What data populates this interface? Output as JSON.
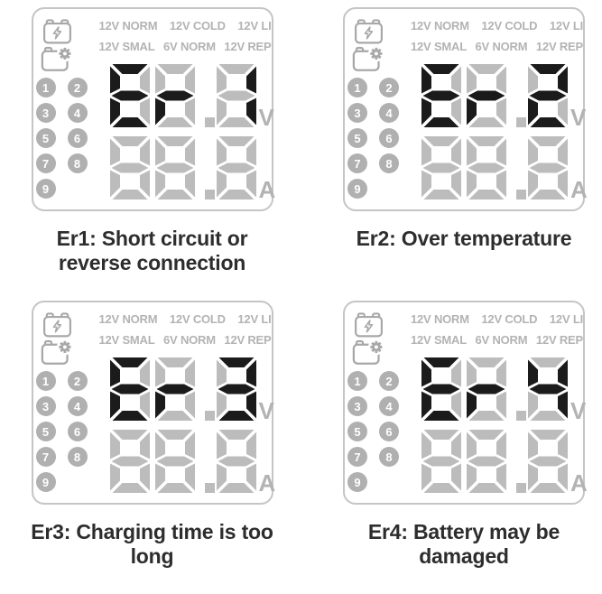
{
  "colors": {
    "segment_lit": "#1b1b1b",
    "segment_unlit": "#bcbcbc",
    "mode_label": "#b3b3b3",
    "slot_circle": "#b0b0b0",
    "icon_gray": "#a8a8a8",
    "panel_border": "#c5c5c5",
    "caption_text": "#2d2d2d",
    "background": "#ffffff"
  },
  "panels": [
    {
      "error_code": "Er1",
      "mode_labels_row1": [
        "12V NORM",
        "12V COLD",
        "12V LI"
      ],
      "mode_labels_row2": [
        "12V SMAL",
        "6V NORM",
        "12V REP"
      ],
      "slots": [
        "1",
        "2",
        "3",
        "4",
        "5",
        "6",
        "7",
        "8",
        "9"
      ],
      "displays": {
        "volt": {
          "value": "Er1",
          "chars": [
            "E",
            "r",
            "1"
          ],
          "unit": "V"
        },
        "amp": {
          "value": "",
          "ghost_pattern": "88.8",
          "chars": [
            "",
            "",
            ""
          ],
          "unit": "A"
        }
      },
      "caption_lines": [
        "Er1: Short circuit or",
        "reverse connection"
      ]
    },
    {
      "error_code": "Er2",
      "mode_labels_row1": [
        "12V NORM",
        "12V COLD",
        "12V LI"
      ],
      "mode_labels_row2": [
        "12V SMAL",
        "6V NORM",
        "12V REP"
      ],
      "slots": [
        "1",
        "2",
        "3",
        "4",
        "5",
        "6",
        "7",
        "8",
        "9"
      ],
      "displays": {
        "volt": {
          "value": "Er2",
          "chars": [
            "E",
            "r",
            "2"
          ],
          "unit": "V"
        },
        "amp": {
          "value": "",
          "ghost_pattern": "88.8",
          "chars": [
            "",
            "",
            ""
          ],
          "unit": "A"
        }
      },
      "caption_lines": [
        "Er2: Over temperature",
        ""
      ]
    },
    {
      "error_code": "Er3",
      "mode_labels_row1": [
        "12V NORM",
        "12V COLD",
        "12V LI"
      ],
      "mode_labels_row2": [
        "12V SMAL",
        "6V NORM",
        "12V REP"
      ],
      "slots": [
        "1",
        "2",
        "3",
        "4",
        "5",
        "6",
        "7",
        "8",
        "9"
      ],
      "displays": {
        "volt": {
          "value": "Er3",
          "chars": [
            "E",
            "r",
            "3"
          ],
          "unit": "V"
        },
        "amp": {
          "value": "",
          "ghost_pattern": "88.8",
          "chars": [
            "",
            "",
            ""
          ],
          "unit": "A"
        }
      },
      "caption_lines": [
        "Er3: Charging time is too",
        "long"
      ]
    },
    {
      "error_code": "Er4",
      "mode_labels_row1": [
        "12V NORM",
        "12V COLD",
        "12V LI"
      ],
      "mode_labels_row2": [
        "12V SMAL",
        "6V NORM",
        "12V REP"
      ],
      "slots": [
        "1",
        "2",
        "3",
        "4",
        "5",
        "6",
        "7",
        "8",
        "9"
      ],
      "displays": {
        "volt": {
          "value": "Er4",
          "chars": [
            "E",
            "r",
            "4"
          ],
          "unit": "V"
        },
        "amp": {
          "value": "",
          "ghost_pattern": "88.8",
          "chars": [
            "",
            "",
            ""
          ],
          "unit": "A"
        }
      },
      "caption_lines": [
        "Er4: Battery may be",
        "damaged"
      ]
    }
  ]
}
